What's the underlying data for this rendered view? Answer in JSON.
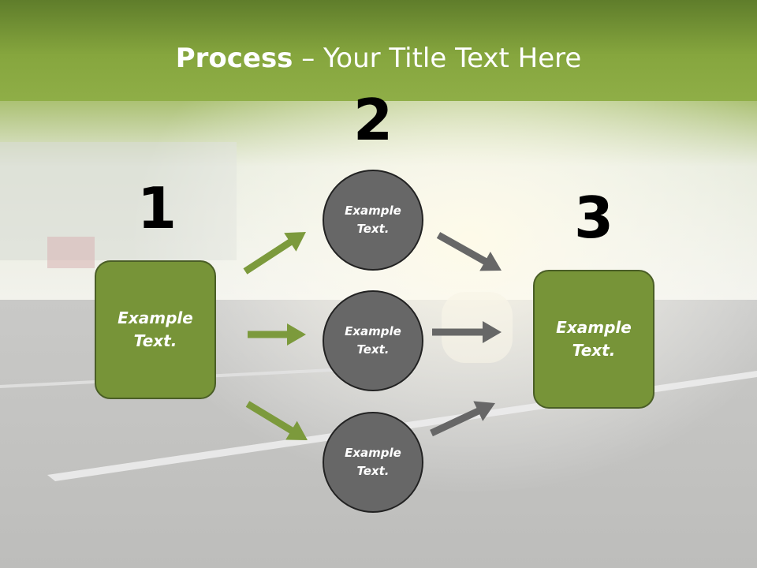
{
  "title": {
    "bold": "Process",
    "rest": " – Your Title Text Here"
  },
  "colors": {
    "header": "#6f8f35",
    "box": "#779438",
    "circle": "#676767",
    "arrow_green": "#7c9a3c",
    "arrow_gray": "#676767"
  },
  "steps": {
    "s1": "1",
    "s2": "2",
    "s3": "3"
  },
  "left_box": {
    "text": "Example\nText."
  },
  "circles": [
    {
      "text": "Example\nText."
    },
    {
      "text": "Example\nText."
    },
    {
      "text": "Example\nText."
    }
  ],
  "right_box": {
    "text": "Example\nText."
  }
}
